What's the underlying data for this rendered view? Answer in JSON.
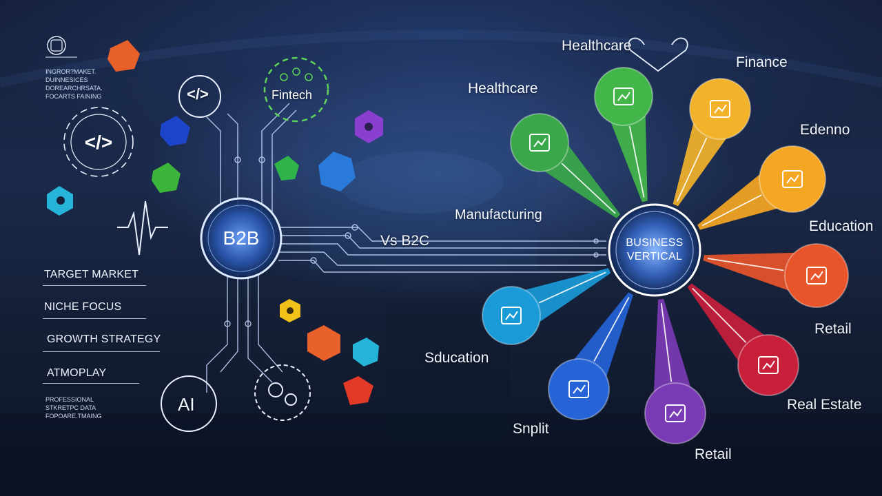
{
  "left_panel": {
    "top_note": [
      "INGROR?MAKET.",
      "DUINNESICES",
      "DOREARCHRSATA.",
      "FOCARTS FAINING"
    ],
    "menu": [
      "TARGET MARKET",
      "NICHE FOCUS",
      "GROWTH STRATEGY",
      "ATMOPLAY"
    ],
    "bottom_note": [
      "PROFESSIONAL",
      "STKRETPC DATA",
      "FOPOARE.TMAING"
    ]
  },
  "left_hub": {
    "center": "B2B",
    "code_glyph": "</>",
    "fintech": "Fintech",
    "ai": "AI",
    "vs": "Vs B2C"
  },
  "center_label": "Manufacturing",
  "right_hub": {
    "line1": "BUSINESS",
    "line2": "VERTICAL"
  },
  "verticals": [
    {
      "label": "Healthcare",
      "color": "#43b649",
      "icon": "cross-icon"
    },
    {
      "label": "Healthcare",
      "color": "#3aa84a",
      "icon": "heartbeat-cloud-icon"
    },
    {
      "label": "Finance",
      "color": "#f2b32a",
      "icon": "dollar-chart-icon"
    },
    {
      "label": "Edenno",
      "color": "#f5a623",
      "icon": "bar-chart-icon"
    },
    {
      "label": "Education",
      "color": "#ef7d22",
      "icon": "none"
    },
    {
      "label": "Retail",
      "color": "#e8552a",
      "icon": "cart-icon"
    },
    {
      "label": "Real Estate",
      "color": "#c8203b",
      "icon": "house-icon"
    },
    {
      "label": "Retail",
      "color": "#7b3bb5",
      "icon": "factory-icon"
    },
    {
      "label": "Snplit",
      "color": "#2563d6",
      "icon": "graduation-cap-icon"
    },
    {
      "label": "Sducation",
      "color": "#1b9ad8",
      "icon": "chart-book-icon"
    }
  ]
}
